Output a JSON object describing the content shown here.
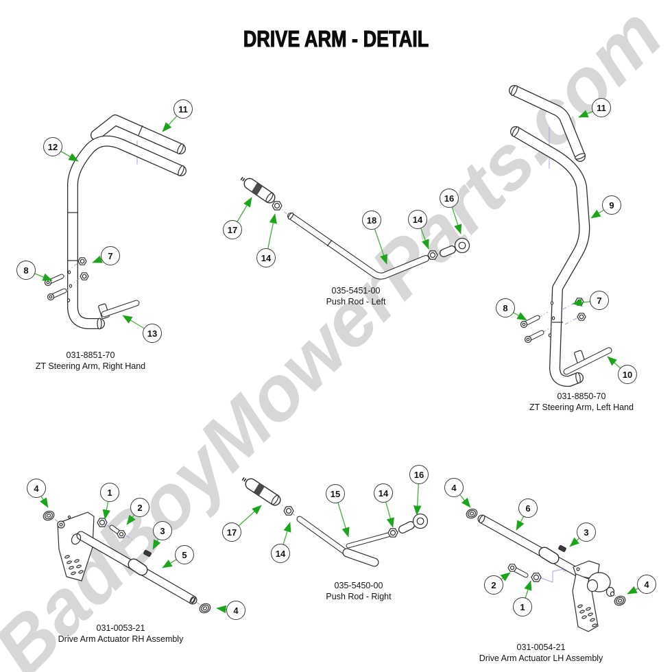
{
  "title": "DRIVE ARM - DETAIL",
  "watermark": "BadBoyMowerParts.com",
  "colors": {
    "callout_green": "#2eae2e",
    "centerline_blue": "#9aa4ec",
    "line_art": "#2d2d2d",
    "watermark_gray": "#d7d7d7"
  },
  "diagrams": [
    {
      "id": "zt-steering-arm-right",
      "part_number": "031-8851-70",
      "part_name": "ZT Steering Arm, Right Hand",
      "callouts": [
        "11",
        "12",
        "8",
        "7",
        "13"
      ]
    },
    {
      "id": "push-rod-left",
      "part_number": "035-5451-00",
      "part_name": "Push Rod - Left",
      "callouts": [
        "17",
        "14",
        "18",
        "14",
        "16"
      ]
    },
    {
      "id": "zt-steering-arm-left",
      "part_number": "031-8850-70",
      "part_name": "ZT Steering Arm, Left Hand",
      "callouts": [
        "11",
        "9",
        "8",
        "7",
        "10"
      ]
    },
    {
      "id": "drive-arm-actuator-rh",
      "part_number": "031-0053-21",
      "part_name": "Drive Arm Actuator RH Assembly",
      "callouts": [
        "4",
        "1",
        "2",
        "3",
        "5",
        "4"
      ]
    },
    {
      "id": "push-rod-right",
      "part_number": "035-5450-00",
      "part_name": "Push Rod - Right",
      "callouts": [
        "17",
        "14",
        "15",
        "14",
        "16"
      ]
    },
    {
      "id": "drive-arm-actuator-lh",
      "part_number": "031-0054-21",
      "part_name": "Drive Arm Actuator LH Assembly",
      "callouts": [
        "4",
        "6",
        "3",
        "2",
        "1",
        "4"
      ]
    }
  ]
}
